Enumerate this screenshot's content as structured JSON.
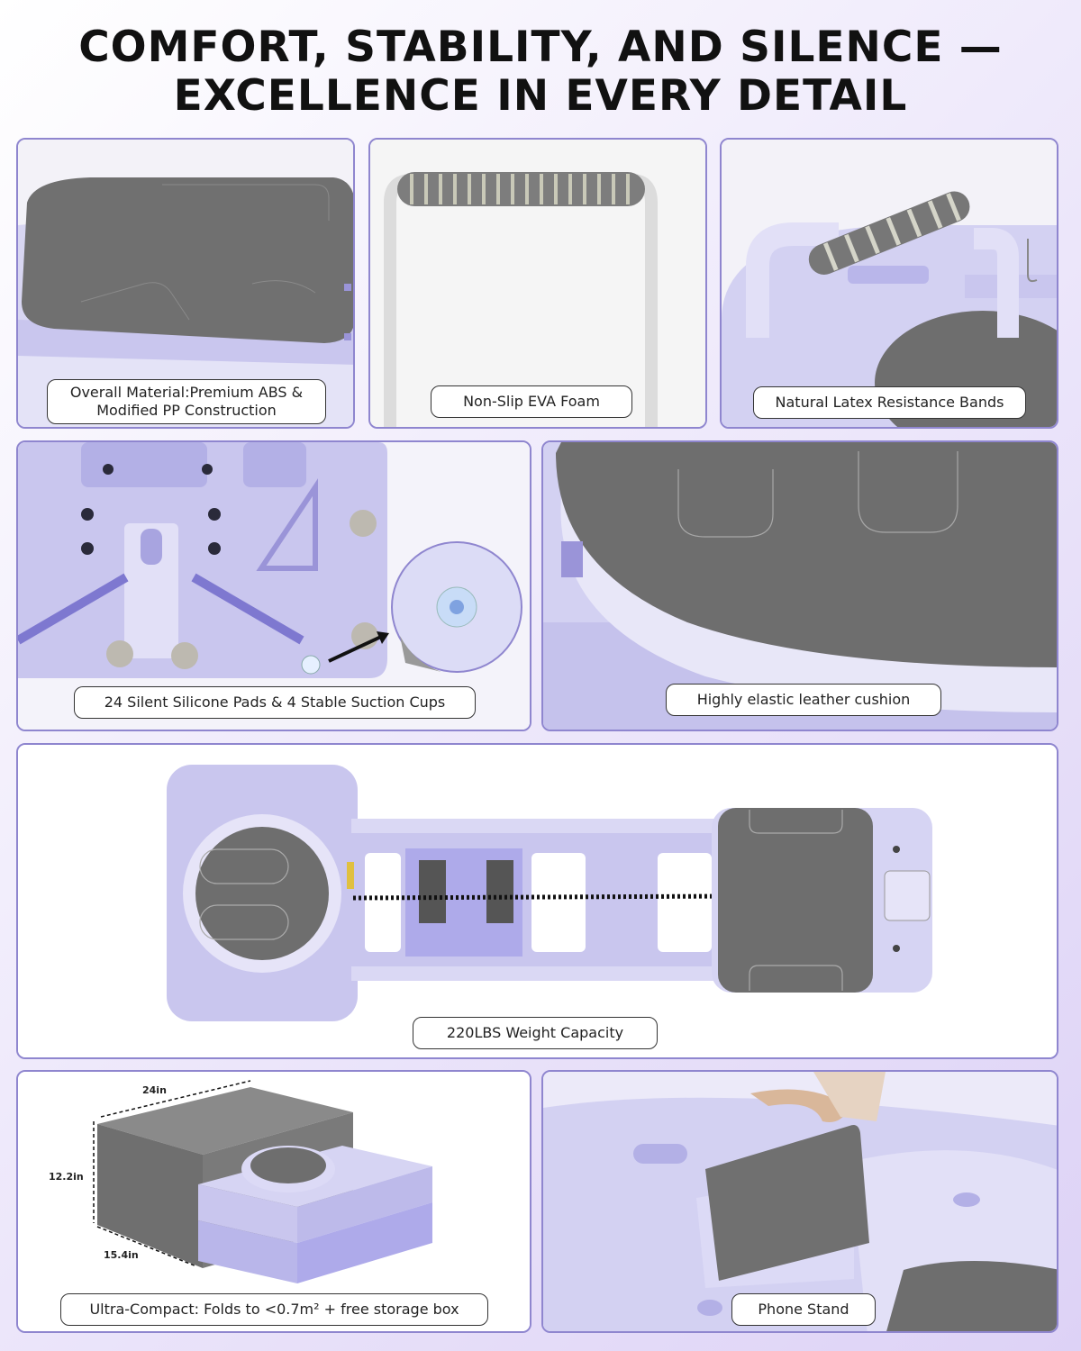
{
  "headline": {
    "line1": "COMFORT, STABILITY, AND SILENCE —",
    "line2": "EXCELLENCE IN EVERY DETAIL"
  },
  "panels": {
    "material": {
      "caption_line1": "Overall Material:Premium ABS &",
      "caption_line2": "Modified PP Construction"
    },
    "foam": {
      "caption": "Non-Slip EVA Foam"
    },
    "bands": {
      "caption": "Natural Latex Resistance Bands"
    },
    "pads": {
      "caption": "24 Silent Silicone Pads & 4 Stable Suction Cups"
    },
    "cushion": {
      "caption": "Highly elastic leather cushion"
    },
    "capacity": {
      "caption": "220LBS Weight Capacity"
    },
    "compact": {
      "caption": "Ultra-Compact: Folds to <0.7m² + free storage box",
      "dim_width": "24in",
      "dim_height": "12.2in",
      "dim_depth": "15.4in"
    },
    "phone": {
      "caption": "Phone Stand"
    }
  },
  "colors": {
    "border": "#8f86cf",
    "lavender": "#c9c6ee",
    "gray_pad": "#6e6e6e"
  }
}
